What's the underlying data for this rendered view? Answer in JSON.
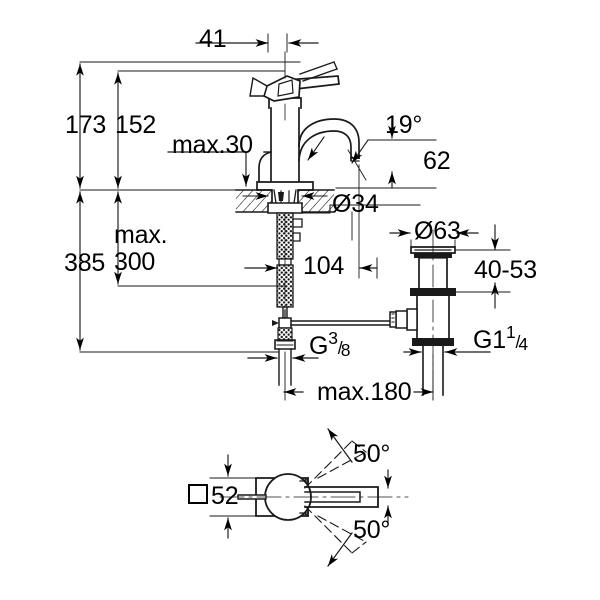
{
  "drawing": {
    "kind": "technical-dimension-drawing",
    "subject": "single-lever basin mixer with pop-up waste",
    "units": "mm",
    "background_color": "#ffffff",
    "line_color": "#1a1a1a",
    "text_color": "#000000",
    "views": [
      {
        "name": "elevation",
        "position": "top"
      },
      {
        "name": "plan",
        "position": "bottom"
      }
    ]
  },
  "elevation": {
    "dimensions": {
      "spout_offset_top": "41",
      "overall_height": "173",
      "spout_height": "152",
      "deck_thickness_max": "max.30",
      "supply_reach_max_label_line1": "max.",
      "supply_reach_max_label_line2": "300",
      "total_height": "385",
      "shank_diameter": "Ø34",
      "spout_projection": "104",
      "spout_angle": "19°",
      "spout_to_deck": "62",
      "waste_flange_diameter": "Ø63",
      "waste_adjust_range": "40-53",
      "waste_thread": "G1",
      "waste_thread_fraction_num": "1",
      "waste_thread_fraction_den": "4",
      "supply_thread": "G",
      "supply_thread_fraction_num": "3",
      "supply_thread_fraction_den": "8",
      "waste_reach_max": "max.180"
    }
  },
  "plan": {
    "dimensions": {
      "base_size": "52",
      "base_size_symbol": "square",
      "swivel_angle_upper": "50°",
      "swivel_angle_lower": "50°"
    }
  }
}
